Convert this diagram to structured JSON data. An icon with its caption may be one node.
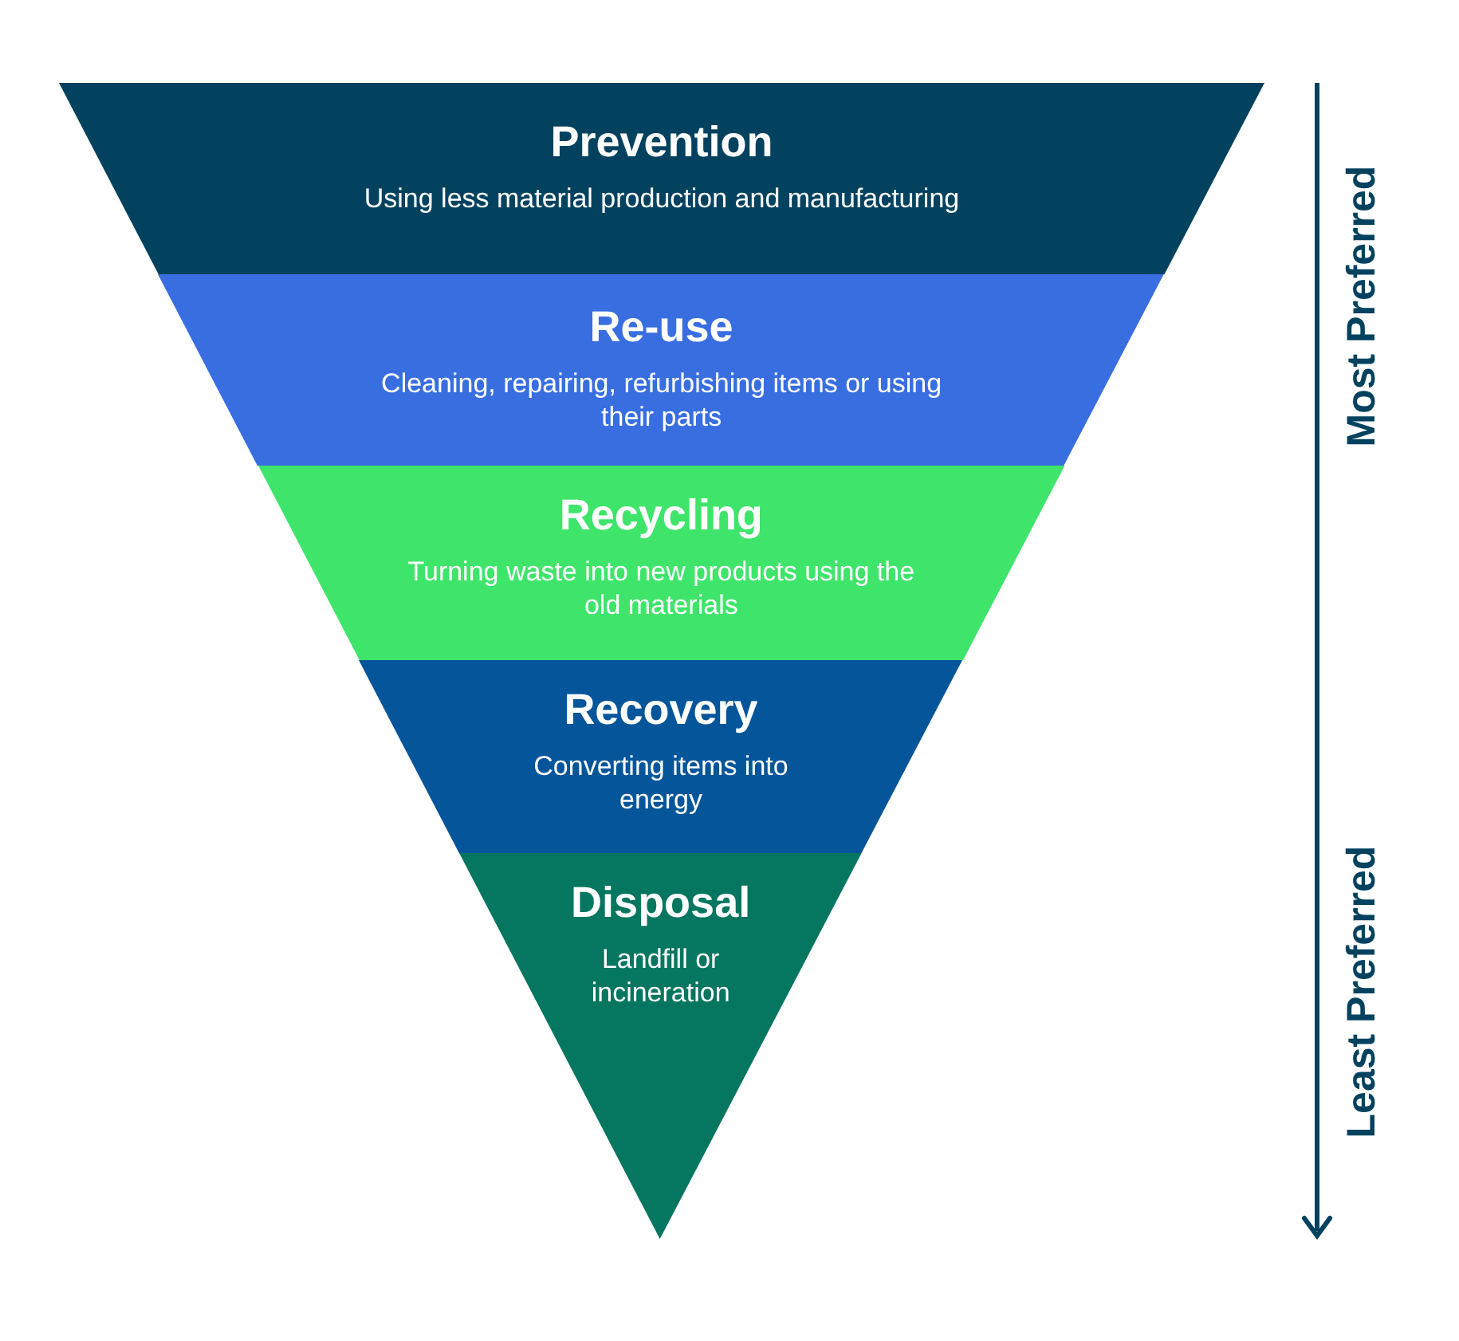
{
  "diagram": {
    "nodes": [
      {
        "text": [
          "Prevention",
          "Using less material production and manufacturing"
        ]
      },
      {
        "text": [
          "Re-use",
          "Cleaning, repairing, refurbishing items or using their parts"
        ]
      },
      {
        "text": [
          "Recycling",
          "Turning waste into new products using the old materials"
        ]
      },
      {
        "text": [
          "Recovery",
          "Converting items into energy"
        ]
      },
      {
        "text": [
          "Disposal",
          "Landfill or incineration"
        ]
      }
    ],
    "labels": [
      "Most Preferred",
      "Least Preferred"
    ]
  }
}
